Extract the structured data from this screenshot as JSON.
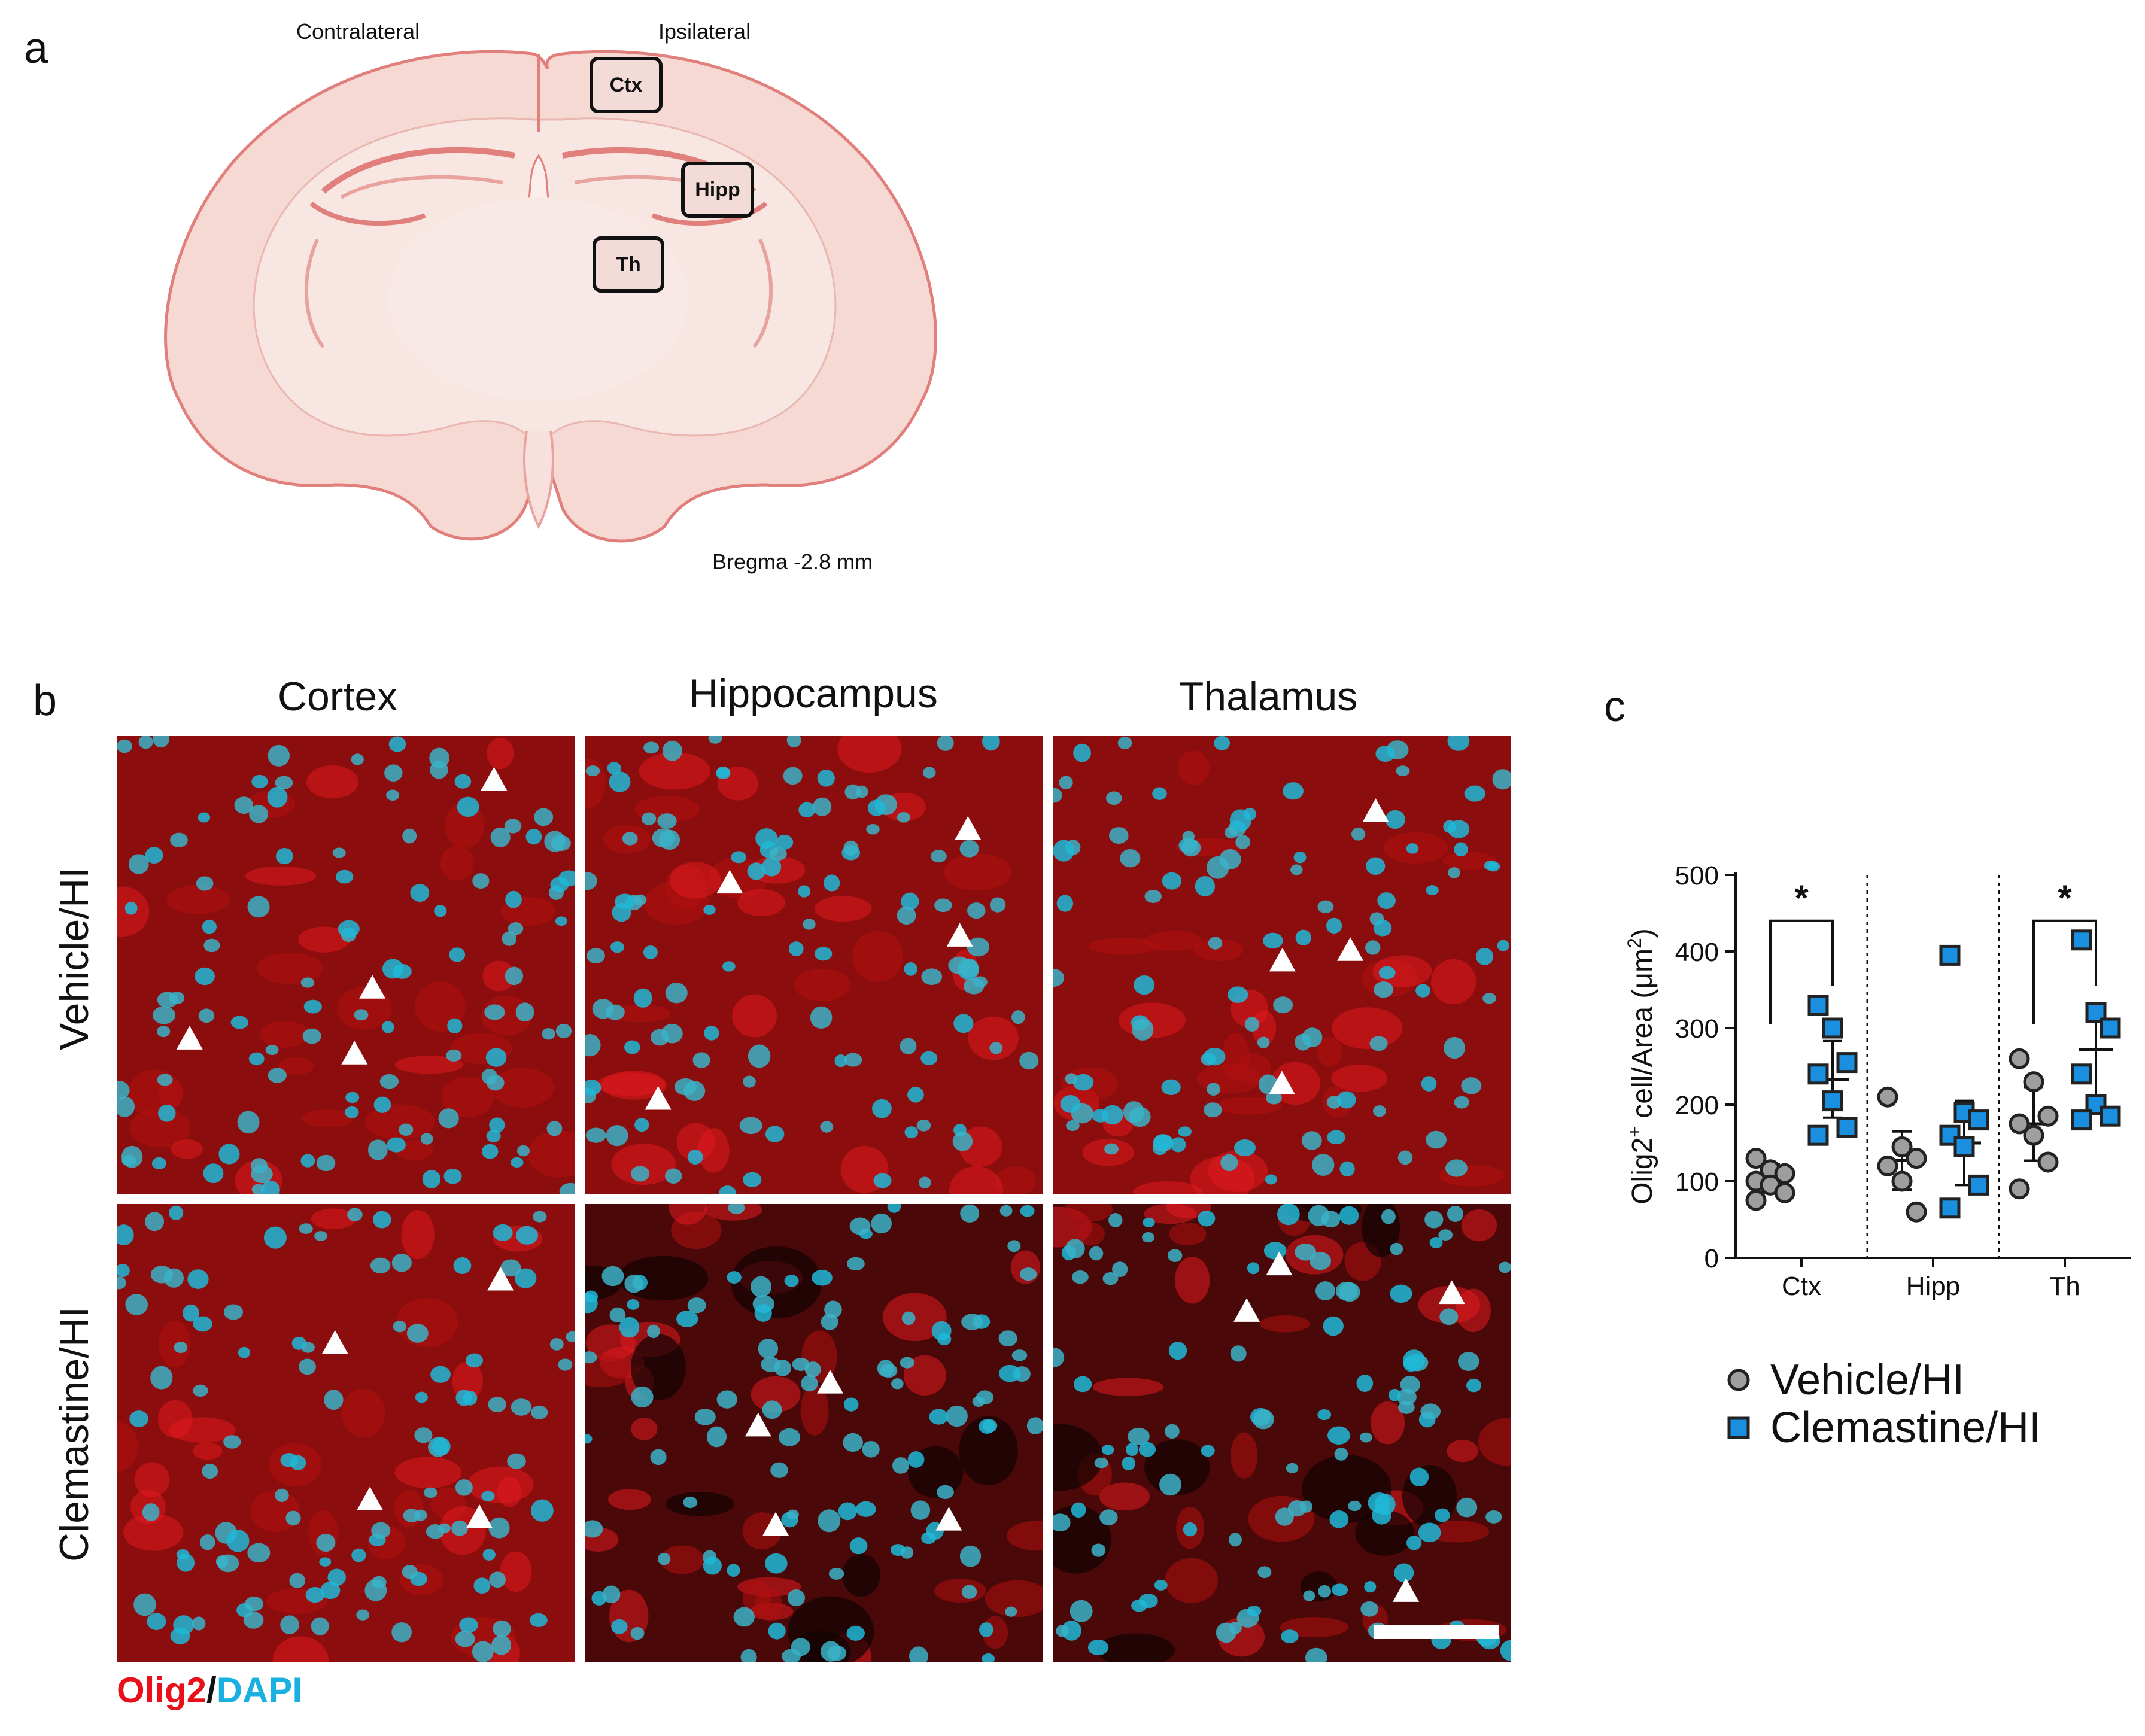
{
  "figure": {
    "panel_letters": [
      "a",
      "b",
      "c"
    ],
    "panel_a": {
      "contralateral_label": "Contralateral",
      "ipsilateral_label": "Ipsilateral",
      "region_boxes": [
        "Ctx",
        "Hipp",
        "Th"
      ],
      "bregma_label": "Bregma -2.8 mm"
    },
    "panel_b": {
      "columns": [
        "Cortex",
        "Hippocampus",
        "Thalamus"
      ],
      "rows": [
        "Vehicle/HI",
        "Clemastine/HI"
      ],
      "stain_label_olig2": "Olig2",
      "stain_label_sep": "/",
      "stain_label_dapi": "DAPI",
      "colors": {
        "olig2": "#e8101a",
        "dapi": "#1ab0e0",
        "tissue_red": "#8c0d0d",
        "nucleus_cyan": "#3ab3c8"
      }
    }
  },
  "chart_data": {
    "type": "scatter",
    "ylabel_main": "Olig2",
    "ylabel_sup": "+",
    "ylabel_rest": " cell/Area (μm",
    "ylabel_sup2": "2",
    "ylabel_end": ")",
    "ylim": [
      0,
      500
    ],
    "yticks": [
      "0",
      "100",
      "200",
      "300",
      "400",
      "500"
    ],
    "categories": [
      "Ctx",
      "Hipp",
      "Th"
    ],
    "significance": [
      {
        "category": "Ctx",
        "label": "*"
      },
      {
        "category": "Th",
        "label": "*"
      }
    ],
    "series": [
      {
        "name": "Vehicle/HI",
        "color": "#9e9e9e",
        "marker": "circle",
        "points": {
          "Ctx": [
            130,
            115,
            110,
            100,
            95,
            85,
            75
          ],
          "Hipp": [
            210,
            145,
            130,
            120,
            100,
            60
          ],
          "Th": [
            260,
            230,
            185,
            175,
            160,
            125,
            90
          ]
        },
        "mean": {
          "Ctx": 104,
          "Hipp": 127,
          "Th": 175
        },
        "err": {
          "Ctx": 18,
          "Hipp": 38,
          "Th": 48
        }
      },
      {
        "name": "Clemastine/HI",
        "color": "#1a8fe0",
        "marker": "square",
        "points": {
          "Ctx": [
            330,
            300,
            255,
            240,
            205,
            170,
            160
          ],
          "Hipp": [
            395,
            190,
            180,
            160,
            145,
            95,
            65
          ],
          "Th": [
            415,
            320,
            300,
            240,
            200,
            185,
            180
          ]
        },
        "mean": {
          "Ctx": 233,
          "Hipp": 150,
          "Th": 272
        },
        "err": {
          "Ctx": 50,
          "Hipp": 55,
          "Th": 60
        }
      }
    ],
    "legend_position": "below"
  }
}
